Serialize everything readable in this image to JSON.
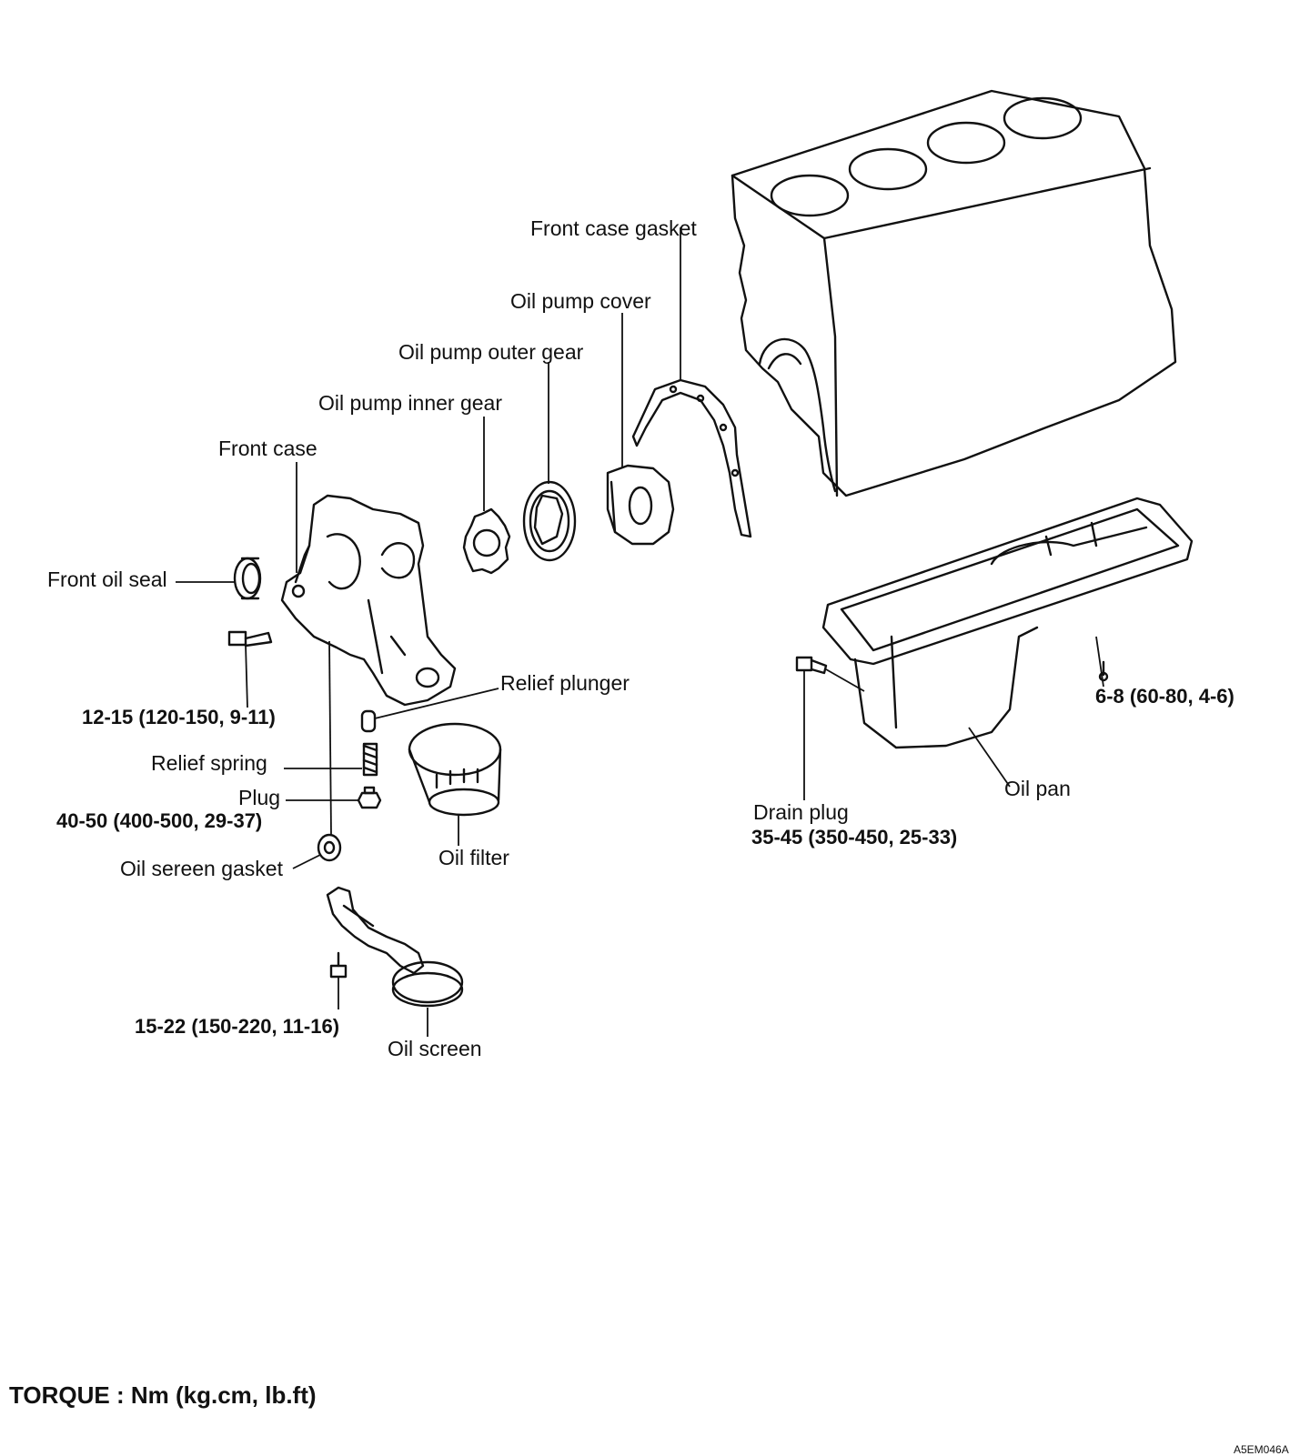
{
  "labels": {
    "front_case_gasket": "Front case gasket",
    "oil_pump_cover": "Oil pump cover",
    "oil_pump_outer_gear": "Oil pump outer gear",
    "oil_pump_inner_gear": "Oil pump inner gear",
    "front_case": "Front case",
    "front_oil_seal": "Front oil seal",
    "relief_plunger": "Relief plunger",
    "relief_spring": "Relief spring",
    "plug": "Plug",
    "oil_screen_gasket": "Oil sereen gasket",
    "oil_filter": "Oil filter",
    "oil_screen": "Oil screen",
    "oil_pan": "Oil pan",
    "drain_plug": "Drain plug"
  },
  "torques": {
    "front_case_bolt": "12-15 (120-150, 9-11)",
    "plug": "40-50 (400-500, 29-37)",
    "oil_screen_bolt": "15-22 (150-220, 11-16)",
    "oil_pan_bolt": "6-8 (60-80, 4-6)",
    "drain_plug": "35-45 (350-450, 25-33)"
  },
  "footer": {
    "torque_units": "TORQUE : Nm (kg.cm, lb.ft)",
    "figure_code": "A5EM046A"
  }
}
